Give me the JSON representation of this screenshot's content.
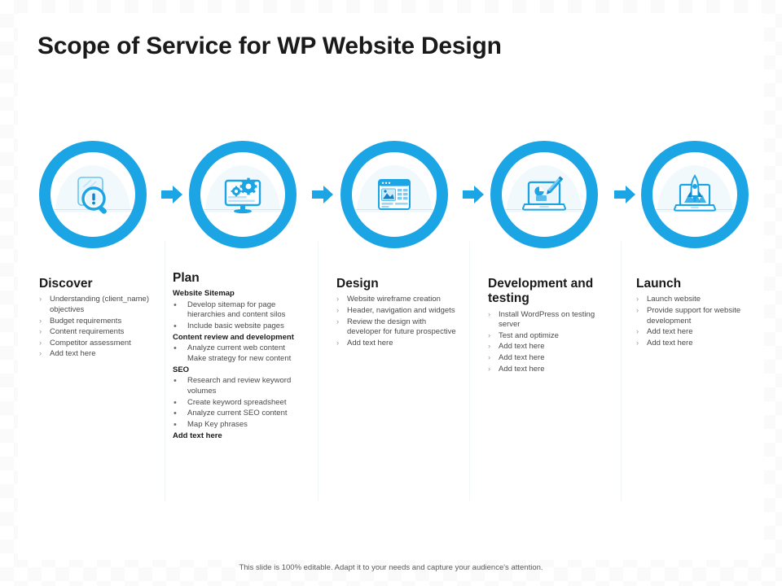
{
  "slide": {
    "title": "Scope of Service for WP Website Design",
    "footer": "This slide is 100% editable. Adapt it to your needs and capture your audience's attention.",
    "accent_color": "#1ba5e4",
    "accent_dark": "#0f8ccd",
    "title_color": "#1a1a1a",
    "body_color": "#4a4a4a"
  },
  "stages": [
    {
      "id": "discover",
      "heading": "Discover",
      "icon": "magnifier-document-alert-icon",
      "marker": "chevron",
      "blocks": [
        {
          "subheading": null,
          "items": [
            "Understanding (client_name) objectives",
            "Budget requirements",
            "Content requirements",
            "Competitor assessment",
            "Add text here"
          ]
        }
      ]
    },
    {
      "id": "plan",
      "heading": "Plan",
      "icon": "monitor-gears-icon",
      "marker": "dot",
      "blocks": [
        {
          "subheading": "Website Sitemap",
          "items": [
            "Develop sitemap for page hierarchies and content silos",
            "Include basic website pages"
          ]
        },
        {
          "subheading": "Content review and development",
          "items": [
            "Analyze current web content",
            "Make strategy for new content"
          ],
          "unmarked": [
            1
          ]
        },
        {
          "subheading": "SEO",
          "items": [
            " Research and review keyword volumes",
            "Create keyword spreadsheet",
            "Analyze current SEO content",
            "Map Key phrases"
          ]
        },
        {
          "subheading": "Add text here",
          "items": []
        }
      ]
    },
    {
      "id": "design",
      "heading": "Design",
      "icon": "browser-wireframe-icon",
      "marker": "chevron",
      "blocks": [
        {
          "subheading": null,
          "items": [
            "Website wireframe creation",
            "Header, navigation and widgets",
            "Review the design with developer for future prospective",
            "Add text here"
          ]
        }
      ]
    },
    {
      "id": "development-and-testing",
      "heading": "Development and testing",
      "icon": "laptop-pencil-icon",
      "marker": "chevron",
      "blocks": [
        {
          "subheading": null,
          "items": [
            "Install WordPress on testing server",
            "Test and optimize",
            "Add text here",
            "Add text here",
            "Add text here"
          ]
        }
      ]
    },
    {
      "id": "launch",
      "heading": "Launch",
      "icon": "laptop-rocket-icon",
      "marker": "chevron",
      "blocks": [
        {
          "subheading": null,
          "items": [
            "Launch website",
            "Provide support for website development",
            "Add text here",
            "Add text here"
          ]
        }
      ]
    }
  ],
  "markers": {
    "chevron": "›",
    "dot": "•"
  },
  "arrows": {
    "count": 4,
    "glyph": "right-arrow-icon"
  }
}
